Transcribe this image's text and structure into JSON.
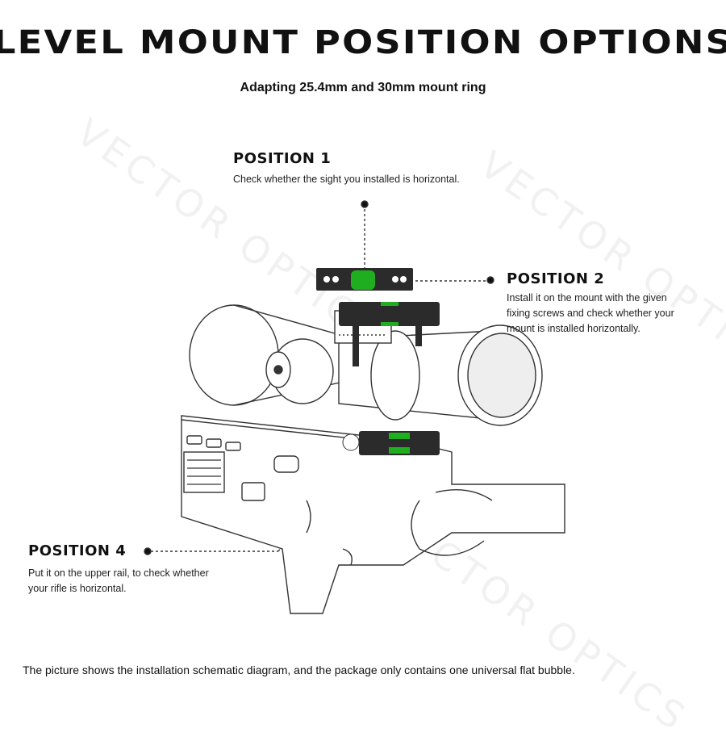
{
  "title": "LEVEL MOUNT POSITION OPTIONS",
  "subtitle": "Adapting 25.4mm and 30mm mount ring",
  "watermark": "VECTOR OPTICS",
  "positions": [
    {
      "heading": "POSITION 1",
      "text": "Check whether the sight you installed is horizontal."
    },
    {
      "heading": "POSITION 2",
      "lines": [
        "Install it on the mount with the given",
        "fixing screws and check whether your",
        "mount is installed horizontally."
      ]
    },
    {
      "heading": "POSITION 4",
      "lines": [
        "Put it on the upper rail, to check whether",
        "your rifle is horizontal."
      ]
    }
  ],
  "footer": "The picture shows the installation schematic diagram, and the package only contains one universal flat bubble.",
  "colors": {
    "bubble": "#1fae1f",
    "level_body": "#2b2b2b"
  }
}
